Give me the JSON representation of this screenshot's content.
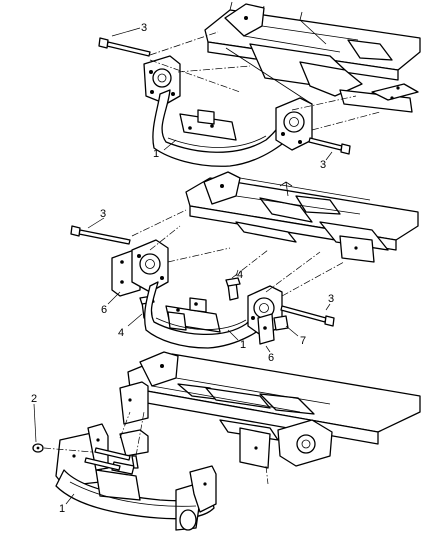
{
  "callouts": {
    "top_bolt_left": "3",
    "top_crossmember": "1",
    "top_bolt_right": "3",
    "mid_bolt_left": "3",
    "mid_bracket_left": "6",
    "mid_nut_left": "4",
    "mid_nut_right": "4",
    "mid_bolt_right": "3",
    "mid_crossmember": "1",
    "mid_bracket_right": "6",
    "mid_isolator": "7",
    "bottom_washer": "2",
    "bottom_crossmember": "1"
  }
}
